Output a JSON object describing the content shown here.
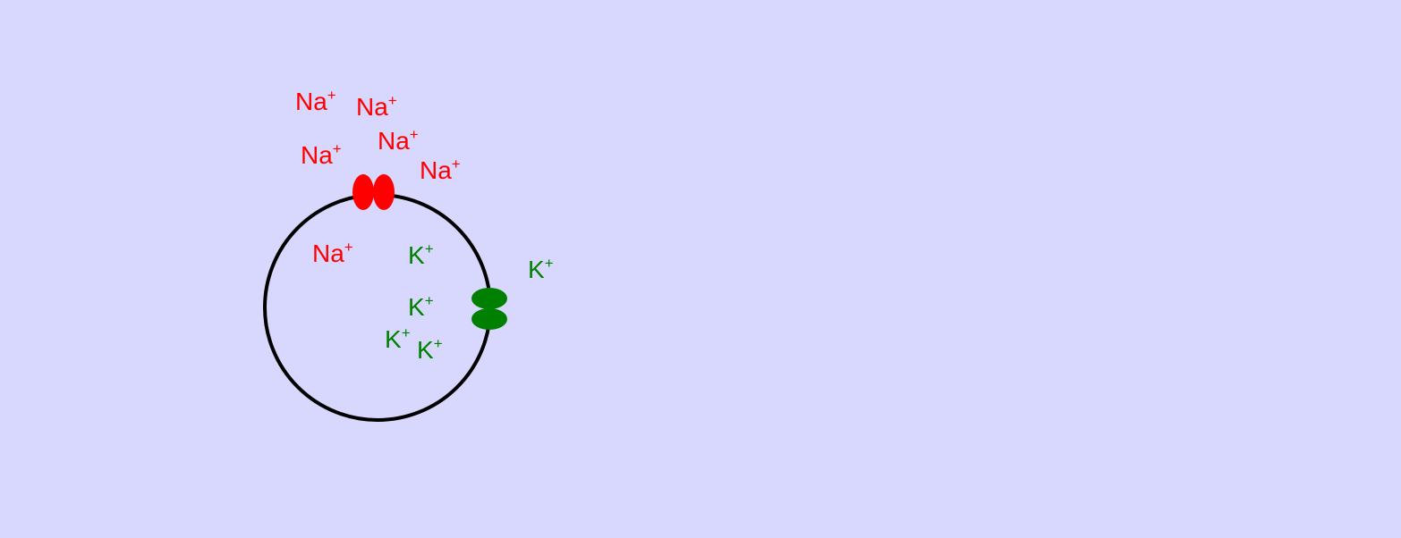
{
  "colors": {
    "background": "#d8d8fe",
    "membrane": "#000000",
    "sodium": "#ff0000",
    "potassium": "#008000"
  },
  "channels": {
    "sodium": {
      "name": "sodium-channel",
      "color": "#ff0000"
    },
    "potassium": {
      "name": "potassium-channel",
      "color": "#008000"
    }
  },
  "ions": {
    "na_out_1": {
      "symbol": "Na",
      "charge": "+"
    },
    "na_out_2": {
      "symbol": "Na",
      "charge": "+"
    },
    "na_out_3": {
      "symbol": "Na",
      "charge": "+"
    },
    "na_out_4": {
      "symbol": "Na",
      "charge": "+"
    },
    "na_out_5": {
      "symbol": "Na",
      "charge": "+"
    },
    "na_in_1": {
      "symbol": "Na",
      "charge": "+"
    },
    "k_in_1": {
      "symbol": "K",
      "charge": "+"
    },
    "k_in_2": {
      "symbol": "K",
      "charge": "+"
    },
    "k_in_3": {
      "symbol": "K",
      "charge": "+"
    },
    "k_in_4": {
      "symbol": "K",
      "charge": "+"
    },
    "k_out_1": {
      "symbol": "K",
      "charge": "+"
    }
  }
}
